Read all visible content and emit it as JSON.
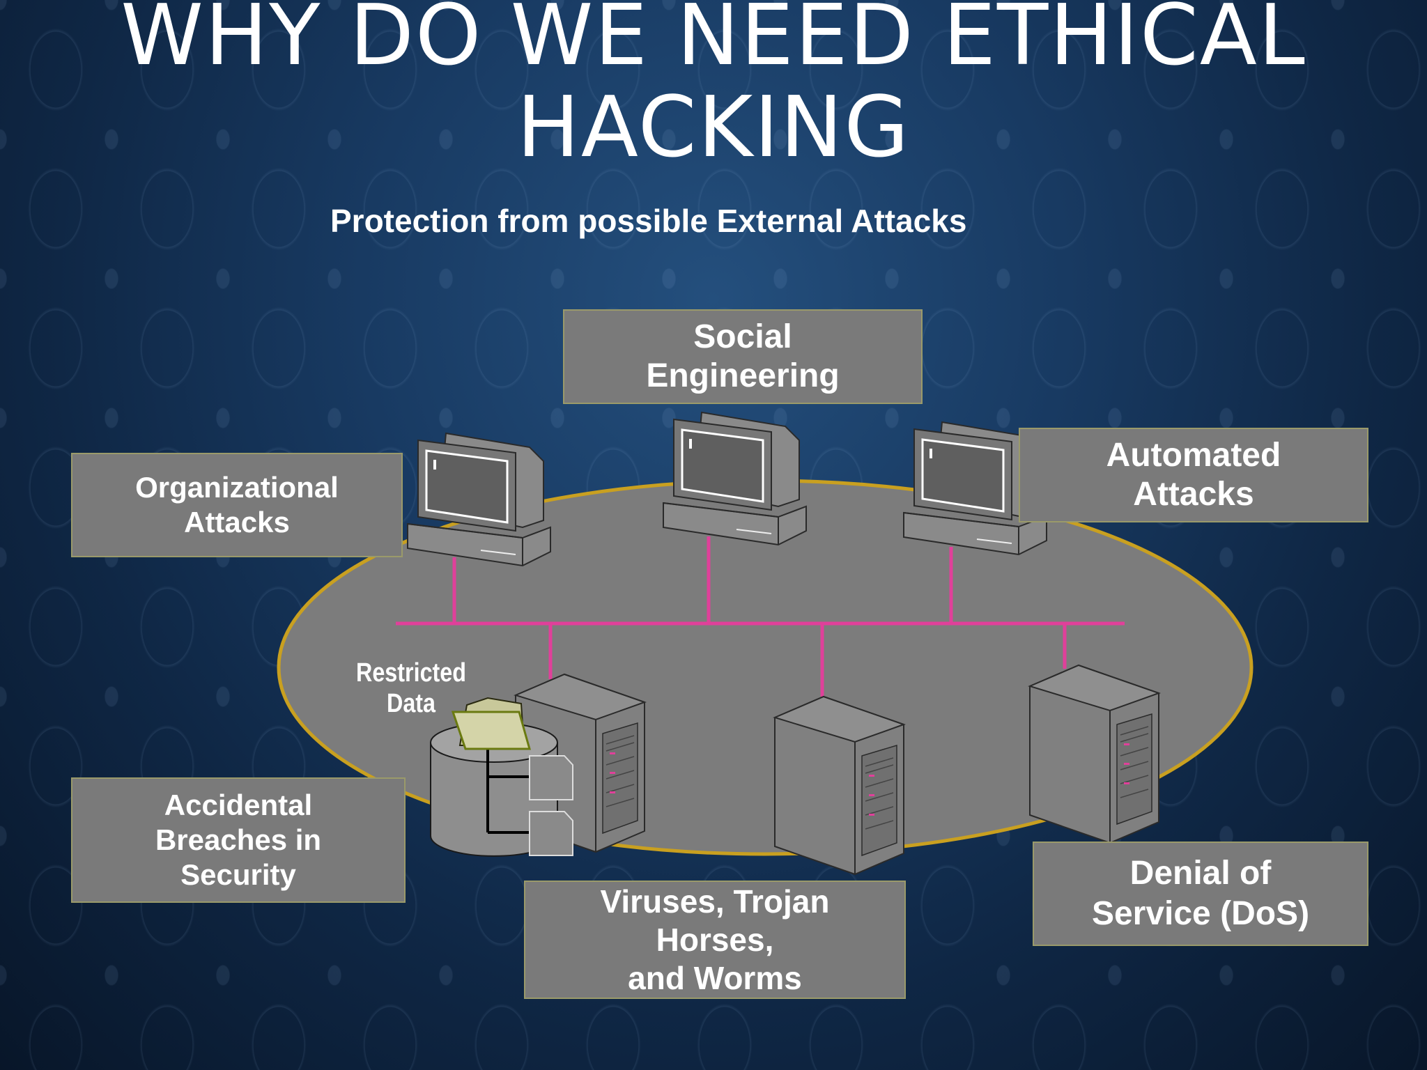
{
  "slide": {
    "title": "WHY DO WE NEED ETHICAL\nHACKING",
    "subtitle": "Protection from possible External Attacks"
  },
  "labels": {
    "social_engineering": "Social\nEngineering",
    "organizational_attacks": "Organizational\nAttacks",
    "automated_attacks": "Automated\nAttacks",
    "accidental_breaches": "Accidental\nBreaches in\nSecurity",
    "viruses": "Viruses, Trojan\nHorses,\nand Worms",
    "dos": "Denial of\nService (DoS)",
    "restricted_data": "Restricted\nData"
  },
  "colors": {
    "box_fill": "#7a7a7a",
    "ellipse_fill": "#7c7c7c",
    "ellipse_border": "#c9a020",
    "network_line": "#e0409a"
  }
}
